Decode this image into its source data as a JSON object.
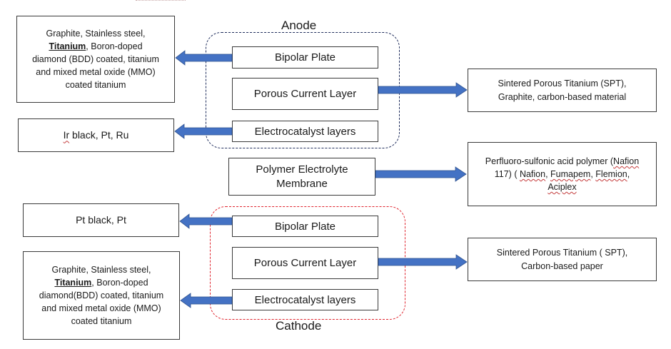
{
  "anode": {
    "label": "Anode",
    "bipolar_plate": "Bipolar Plate",
    "porous_layer": "Porous Current Layer",
    "electrocatalyst": "Electrocatalyst layers",
    "plate_materials": {
      "l1": "Graphite, Stainless steel,",
      "l2_b": "Titanium",
      "l2_r": ", Boron-doped",
      "l3": "diamond (BDD) coated, titanium",
      "l4": "and mixed metal oxide (MMO)",
      "l5": "coated titanium"
    },
    "catalyst_materials": {
      "squig": "Ir",
      "rest": " black, Pt, Ru"
    },
    "porous_materials": {
      "l1": "Sintered Porous Titanium (SPT),",
      "l2": "Graphite, carbon-based material"
    }
  },
  "membrane": {
    "l1": "Polymer Electrolyte",
    "l2": "Membrane",
    "materials": {
      "l1_a": "Perfluoro-sulfonic acid polymer (",
      "l1_b": "Nafion",
      "l2_a": "117) ( ",
      "l2_b": "Nafion",
      "l2_c": ", ",
      "l2_d": "Fumapem",
      "l2_e": ", ",
      "l2_f": "Flemion",
      "l2_g": ",",
      "l3": "Aciplex"
    }
  },
  "cathode": {
    "label": "Cathode",
    "bipolar_plate": "Bipolar Plate",
    "porous_layer": "Porous Current Layer",
    "electrocatalyst": "Electrocatalyst layers",
    "plate_materials": "Pt black, Pt",
    "porous_materials": {
      "l1": "Sintered Porous Titanium ( SPT),",
      "l2": "Carbon-based paper"
    },
    "catalyst_materials": {
      "l1": "Graphite, Stainless steel,",
      "l2_b": "Titanium",
      "l2_r": ", Boron-doped",
      "l3": "diamond(BDD) coated, titanium",
      "l4": "and mixed metal oxide (MMO)",
      "l5": "coated titanium"
    }
  },
  "colors": {
    "arrow_fill": "#4472c4",
    "arrow_stroke": "#2f528f",
    "anode_border": "#1f2d5c",
    "cathode_border": "#e0242e"
  }
}
